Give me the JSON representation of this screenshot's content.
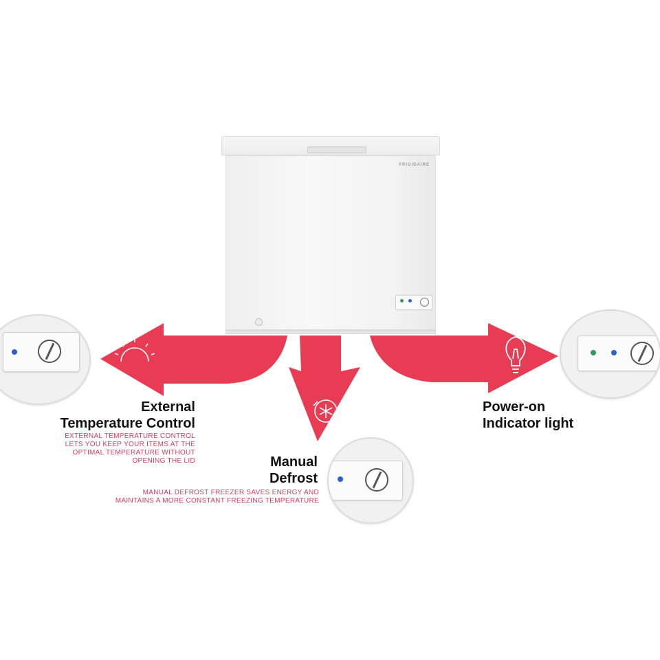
{
  "brand_label": "FRIGIDAIRE",
  "colors": {
    "arrow": "#e83c55",
    "heading": "#111111",
    "description": "#d83a5c",
    "led_power": "#2e9b5a",
    "led_blue": "#2f5fd0"
  },
  "features": {
    "temperature": {
      "title_line1": "External",
      "title_line2": "Temperature Control",
      "desc_lines": [
        "EXTERNAL TEMPERATURE CONTROL",
        "LETS YOU KEEP YOUR ITEMS AT THE",
        "OPTIMAL TEMPERATURE WITHOUT",
        "OPENING THE LID"
      ],
      "icon": "sun-dial-icon"
    },
    "defrost": {
      "title_line1": "Manual",
      "title_line2": "Defrost",
      "desc_lines": [
        "MANUAL DEFROST FREEZER SAVES ENERGY AND",
        "MAINTAINS A MORE CONSTANT FREEZING TEMPERATURE"
      ],
      "icon": "snowflake-icon"
    },
    "power": {
      "title_line1": "Power-on",
      "title_line2": "Indicator light",
      "icon": "light-bulb-icon"
    }
  }
}
